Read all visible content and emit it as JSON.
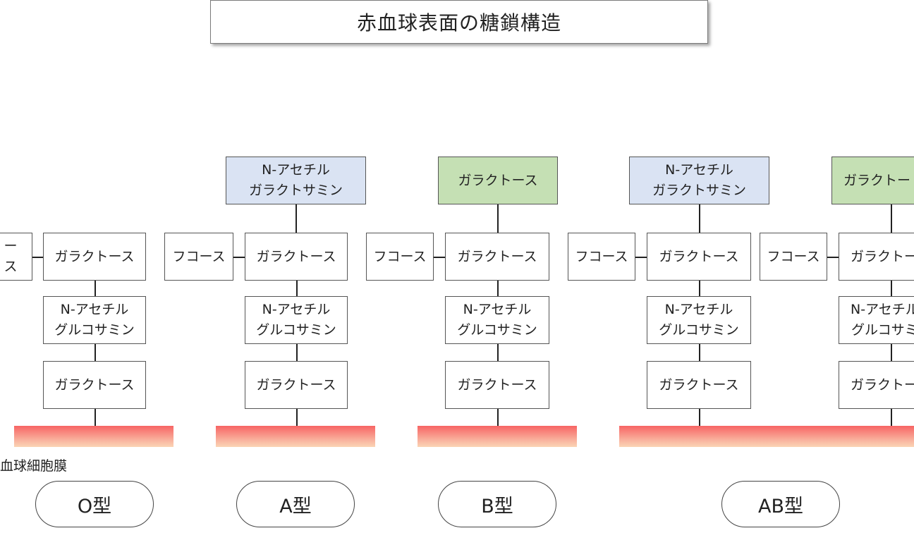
{
  "title": "赤血球表面の糖鎖構造",
  "membrane_label": "血球細胞膜",
  "labels": {
    "galactose": "ガラクトース",
    "fucose": "フコース",
    "glcnac": "N-アセチル\nグルコサミン",
    "galnac": "N-アセチル\nガラクトサミン",
    "fucose_cut": "ース",
    "galactose_cut": "ガラクトー",
    "glcnac_cut": "N-アセチル\nグルコサミ"
  },
  "types": {
    "o": "O型",
    "a": "A型",
    "b": "B型",
    "ab": "AB型"
  },
  "colors": {
    "galnac_fill": "#dae3f3",
    "galactose_terminal_fill": "#c5e0b4",
    "membrane_top": "#f76464",
    "membrane_bottom": "#fbd5b5"
  }
}
